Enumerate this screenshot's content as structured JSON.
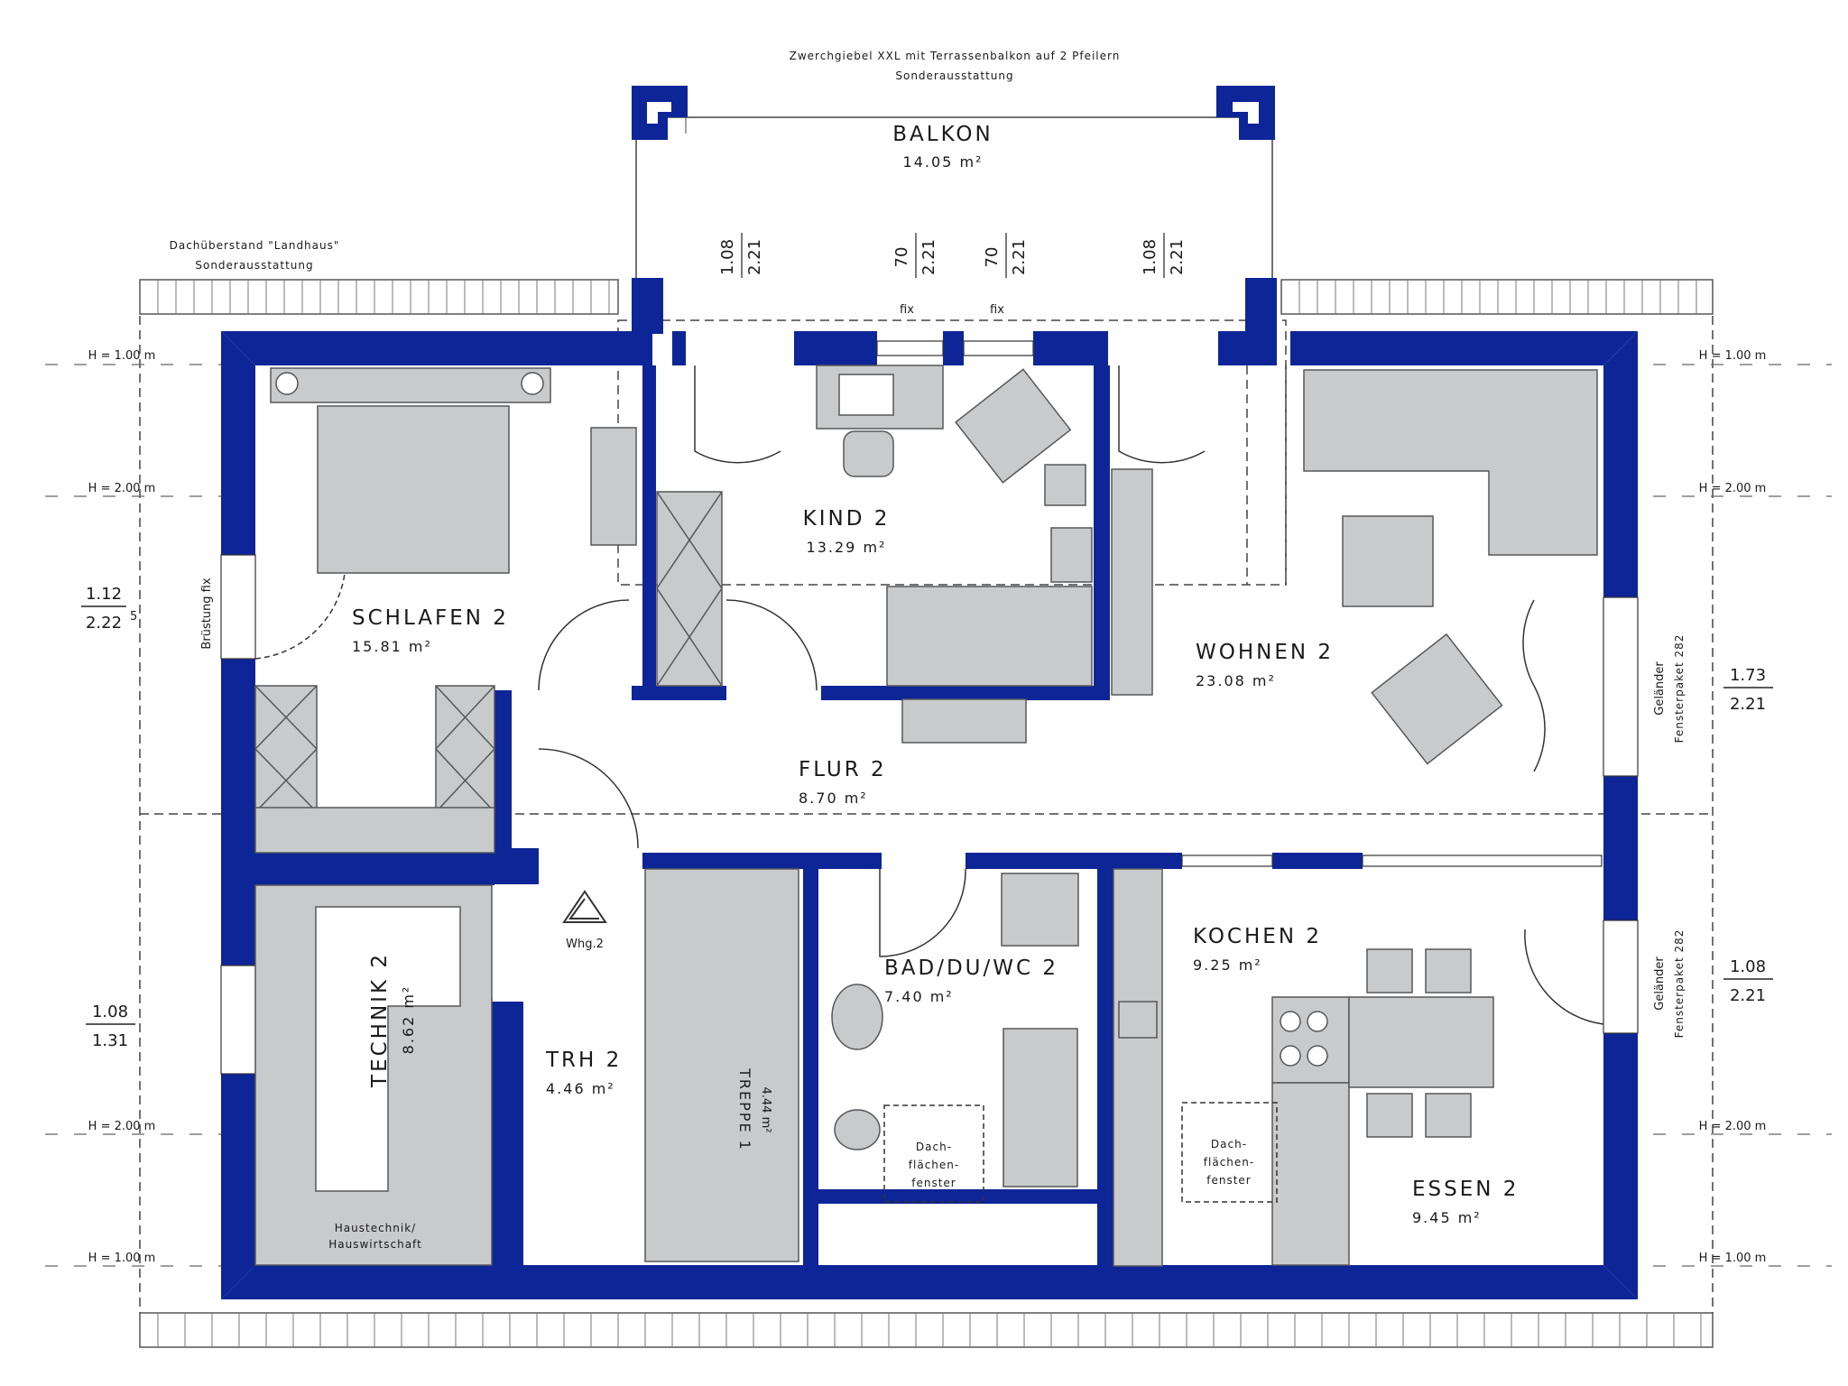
{
  "header": {
    "gable_note": "Zwerchgiebel XXL mit Terrassenbalkon auf 2 Pfeilern",
    "gable_sub": "Sonderausstattung"
  },
  "overhang": {
    "title": "Dachüberstand \"Landhaus\"",
    "sub": "Sonderausstattung"
  },
  "rooms": {
    "balkon": {
      "name": "BALKON",
      "area": "14.05 m²"
    },
    "kind": {
      "name": "KIND 2",
      "area": "13.29 m²"
    },
    "schlafen": {
      "name": "SCHLAFEN 2",
      "area": "15.81 m²"
    },
    "wohnen": {
      "name": "WOHNEN 2",
      "area": "23.08 m²"
    },
    "flur": {
      "name": "FLUR 2",
      "area": "8.70 m²"
    },
    "technik": {
      "name": "TECHNIK 2",
      "area": "8.62 m²"
    },
    "trh": {
      "name": "TRH 2",
      "area": "4.46 m²"
    },
    "bad": {
      "name": "BAD/DU/WC 2",
      "area": "7.40 m²"
    },
    "kochen": {
      "name": "KOCHEN 2",
      "area": "9.25 m²"
    },
    "essen": {
      "name": "ESSEN 2",
      "area": "9.45 m²"
    }
  },
  "labels": {
    "fix": "fix",
    "bruestung": "Brüstung fix",
    "whg": "Whg.2",
    "treppe": "TREPPE 1",
    "treppe_dim": "4.44 m²",
    "haustechnik_1": "Haustechnik/",
    "haustechnik_2": "Hauswirtschaft",
    "gelaender": "Geländer",
    "fensterpaket": "Fensterpaket 282",
    "dach_1": "Dach-",
    "dach_2": "flächen-",
    "dach_3": "fenster"
  },
  "heights": {
    "h100": "H = 1.00 m",
    "h200": "H = 2.00 m"
  },
  "dimensions": {
    "balkon_1": {
      "top": "1.08",
      "bottom": "2.21"
    },
    "balkon_2": {
      "top": "70",
      "bottom": "2.21"
    },
    "balkon_3": {
      "top": "70",
      "bottom": "2.21"
    },
    "balkon_4": {
      "top": "1.08",
      "bottom": "2.21"
    },
    "left_1": {
      "top": "1.12",
      "bottom": "2.22",
      "sup": "5"
    },
    "left_2": {
      "top": "1.08",
      "bottom": "1.31"
    },
    "right_1": {
      "top": "1.73",
      "bottom": "2.21"
    },
    "right_2": {
      "top": "1.08",
      "bottom": "2.21"
    }
  },
  "colors": {
    "wall": "#0d2596",
    "furniture": "#c9cacc",
    "furniture_stroke": "#55575a"
  }
}
